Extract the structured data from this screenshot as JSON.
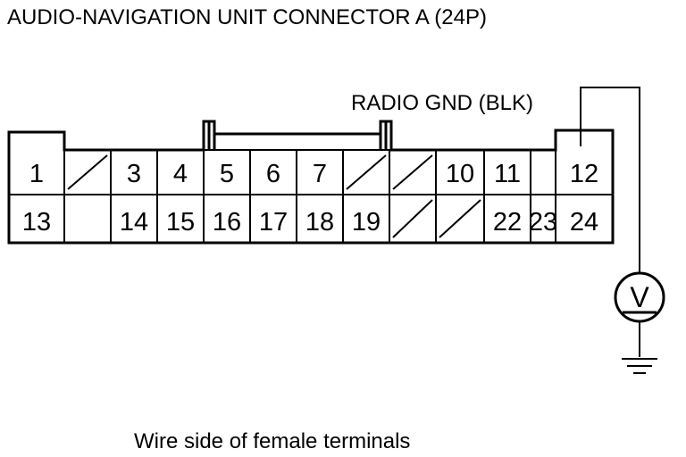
{
  "title": "AUDIO-NAVIGATION UNIT CONNECTOR A (24P)",
  "probe_label": "RADIO GND (BLK)",
  "caption": "Wire side of female terminals",
  "meter_symbol": "V",
  "connector": {
    "top_row": [
      "1",
      "",
      "3",
      "4",
      "5",
      "6",
      "7",
      "",
      "",
      "10",
      "11",
      "",
      "12"
    ],
    "bottom_row": [
      "13",
      "",
      "14",
      "15",
      "16",
      "17",
      "18",
      "19",
      "",
      "",
      "22",
      "23",
      "24"
    ],
    "unused_top": [
      1,
      7,
      8
    ],
    "unused_bottom": [
      8,
      9
    ]
  },
  "icons": [
    "voltmeter-icon",
    "ground-icon"
  ],
  "colors": {
    "line": "#000000",
    "background": "#ffffff"
  }
}
